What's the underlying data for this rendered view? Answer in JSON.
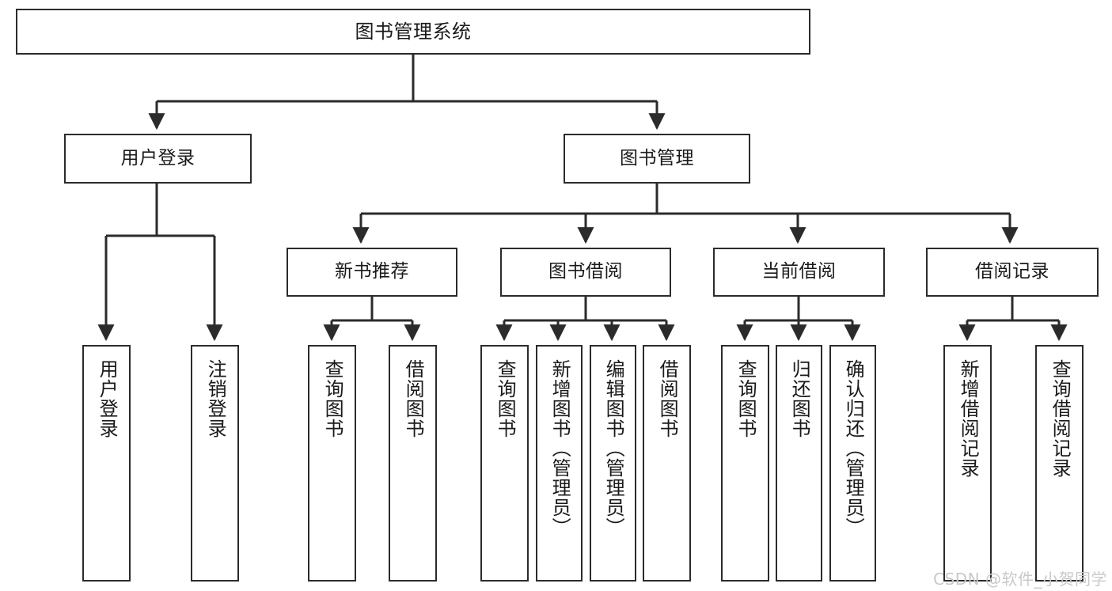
{
  "title": "图书管理系统",
  "watermark": "CSDN @软件_小贺同学",
  "colors": {
    "line": "#2b2b2b",
    "box_border": "#2b2b2b",
    "box_fill": "#ffffff",
    "text": "#1a1a1a",
    "background": "#ffffff",
    "watermark": "#c9c9c9"
  },
  "nodes": {
    "root": {
      "label": "图书管理系统"
    },
    "level2": [
      {
        "label": "用户登录"
      },
      {
        "label": "图书管理"
      }
    ],
    "level3": [
      {
        "label": "新书推荐"
      },
      {
        "label": "图书借阅"
      },
      {
        "label": "当前借阅"
      },
      {
        "label": "借阅记录"
      }
    ],
    "leaves": [
      {
        "label": "用户登录"
      },
      {
        "label": "注销登录"
      },
      {
        "label": "查询图书"
      },
      {
        "label": "借阅图书"
      },
      {
        "label": "查询图书"
      },
      {
        "label": "新增图书（管理员）"
      },
      {
        "label": "编辑图书（管理员）"
      },
      {
        "label": "借阅图书"
      },
      {
        "label": "查询图书"
      },
      {
        "label": "归还图书"
      },
      {
        "label": "确认归还（管理员）"
      },
      {
        "label": "新增借阅记录"
      },
      {
        "label": "查询借阅记录"
      }
    ]
  },
  "chart_data": {
    "type": "diagram",
    "diagram_kind": "tree / functional decomposition",
    "title": "图书管理系统",
    "orientation": "top-down",
    "tree": {
      "label": "图书管理系统",
      "children": [
        {
          "label": "用户登录",
          "children": [
            {
              "label": "用户登录"
            },
            {
              "label": "注销登录"
            }
          ]
        },
        {
          "label": "图书管理",
          "children": [
            {
              "label": "新书推荐",
              "children": [
                {
                  "label": "查询图书"
                },
                {
                  "label": "借阅图书"
                }
              ]
            },
            {
              "label": "图书借阅",
              "children": [
                {
                  "label": "查询图书"
                },
                {
                  "label": "新增图书（管理员）"
                },
                {
                  "label": "编辑图书（管理员）"
                },
                {
                  "label": "借阅图书"
                }
              ]
            },
            {
              "label": "当前借阅",
              "children": [
                {
                  "label": "查询图书"
                },
                {
                  "label": "归还图书"
                },
                {
                  "label": "确认归还（管理员）"
                }
              ]
            },
            {
              "label": "借阅记录",
              "children": [
                {
                  "label": "新增借阅记录"
                },
                {
                  "label": "查询借阅记录"
                }
              ]
            }
          ]
        }
      ]
    }
  }
}
